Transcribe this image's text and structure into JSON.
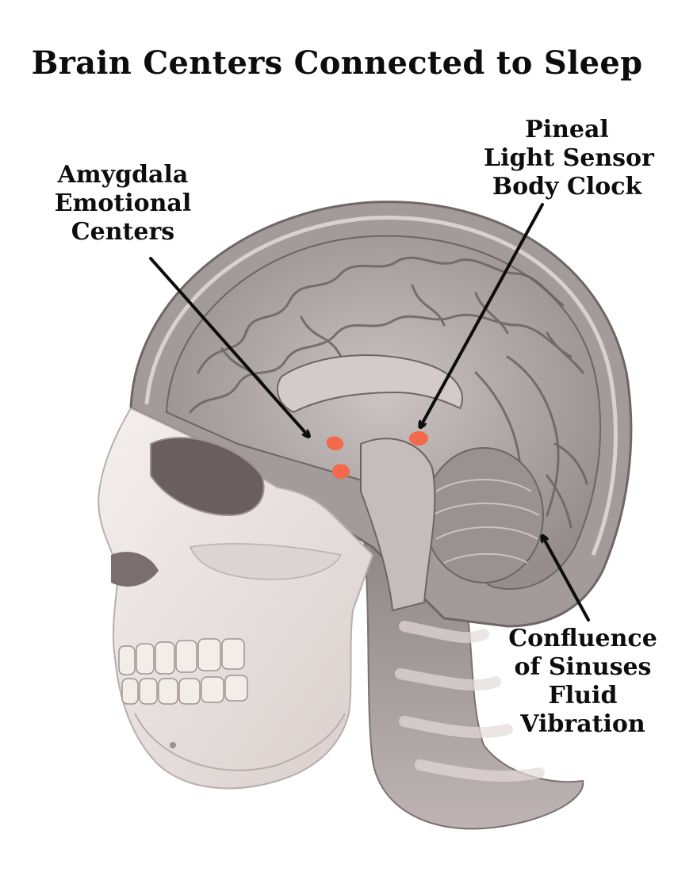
{
  "title": "Brain Centers Connected to Sleep",
  "labels": {
    "amygdala": [
      "Amygdala",
      "Emotional",
      "Centers"
    ],
    "pineal": [
      "Pineal",
      "Light Sensor",
      "Body Clock"
    ],
    "confluence": [
      "Confluence",
      "of Sinuses",
      "Fluid",
      "Vibration"
    ]
  },
  "colors": {
    "highlight": "#f26a4b",
    "arrow": "#0d0d0d",
    "bone": "#ece6e4",
    "brain": "#b5adac"
  }
}
